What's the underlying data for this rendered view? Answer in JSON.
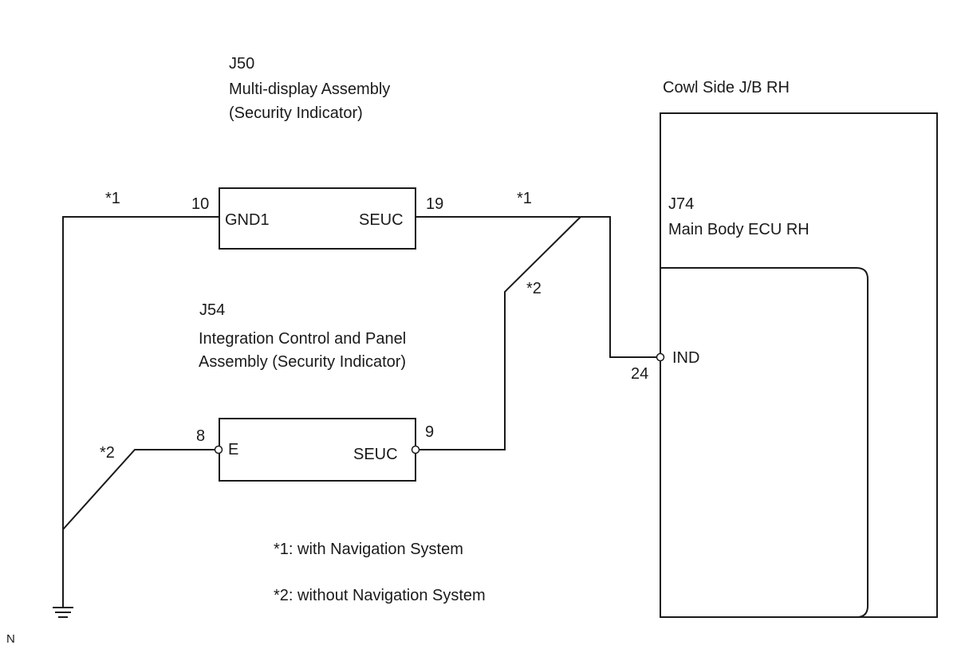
{
  "diagram": {
    "components": {
      "j50": {
        "code": "J50",
        "name": "Multi-display Assembly",
        "subname": "(Security Indicator)",
        "pins": {
          "left_num": "10",
          "left_label": "GND1",
          "right_num": "19",
          "right_label": "SEUC"
        }
      },
      "j54": {
        "code": "J54",
        "name": "Integration Control and Panel",
        "subname": "Assembly (Security Indicator)",
        "pins": {
          "left_num": "8",
          "left_label": "E",
          "right_num": "9",
          "right_label": "SEUC"
        }
      },
      "junction_block": {
        "name": "Cowl Side J/B RH"
      },
      "j74": {
        "code": "J74",
        "name": "Main Body ECU RH",
        "pins": {
          "num": "24",
          "label": "IND"
        }
      }
    },
    "wire_markers": {
      "ground_top": "*1",
      "signal_top": "*1",
      "signal_diag": "*2",
      "ground_diag": "*2"
    },
    "notes": [
      "*1: with Navigation System",
      "*2: without Navigation System"
    ],
    "corner_label": "N"
  }
}
